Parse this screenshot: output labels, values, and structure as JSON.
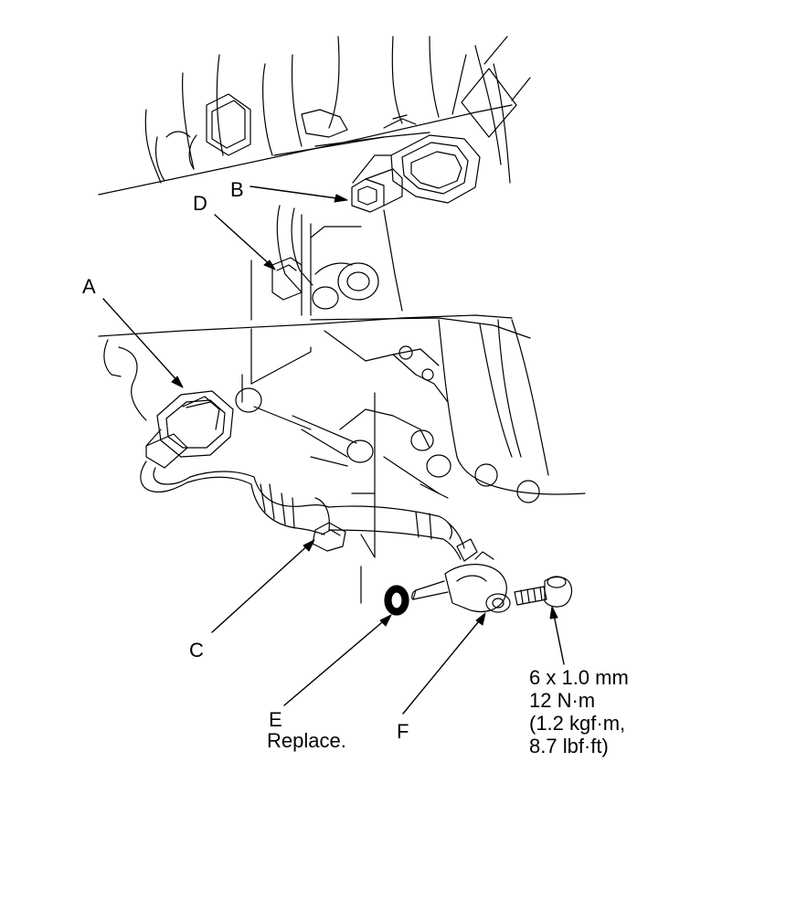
{
  "callouts": {
    "a": "A",
    "b": "B",
    "c": "C",
    "d": "D",
    "e": "E",
    "e_note": "Replace.",
    "f": "F"
  },
  "bolt_spec": {
    "size": "6 x 1.0 mm",
    "torque_nm": "12 N·m",
    "torque_kgfm": "(1.2 kgf·m,",
    "torque_lbfft": "8.7 lbf·ft)"
  }
}
